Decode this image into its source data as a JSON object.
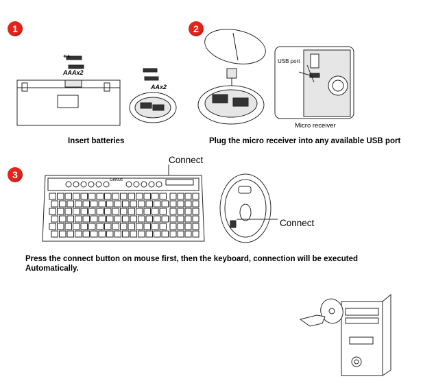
{
  "steps": [
    {
      "number": "1",
      "caption": "Insert batteries"
    },
    {
      "number": "2",
      "caption": "Plug the micro receiver into any available USB port"
    },
    {
      "number": "3",
      "caption": "Press the connect button on mouse first, then the keyboard, connection will be executed Automatically."
    }
  ],
  "step1": {
    "keyboard_polarity_top": "+",
    "keyboard_polarity_bottom": "–",
    "keyboard_battery_label": "AAAx2",
    "mouse_battery_label": "AAx2"
  },
  "step2": {
    "usb_port_label": "USB port",
    "micro_receiver_label": "Micro receiver"
  },
  "step3": {
    "keyboard_connect_label": "Connect",
    "mouse_connect_label": "Connect",
    "keyboard_brand": "Genius",
    "instruction_line1": "Press the connect button on mouse first, then the keyboard, connection will be executed",
    "instruction_line2": "Automatically."
  },
  "colors": {
    "badge": "#e4241b",
    "ink": "#222222"
  },
  "icons": [
    "keyboard-illustration",
    "mouse-illustration",
    "pc-tower-illustration",
    "cd-hand-illustration"
  ]
}
